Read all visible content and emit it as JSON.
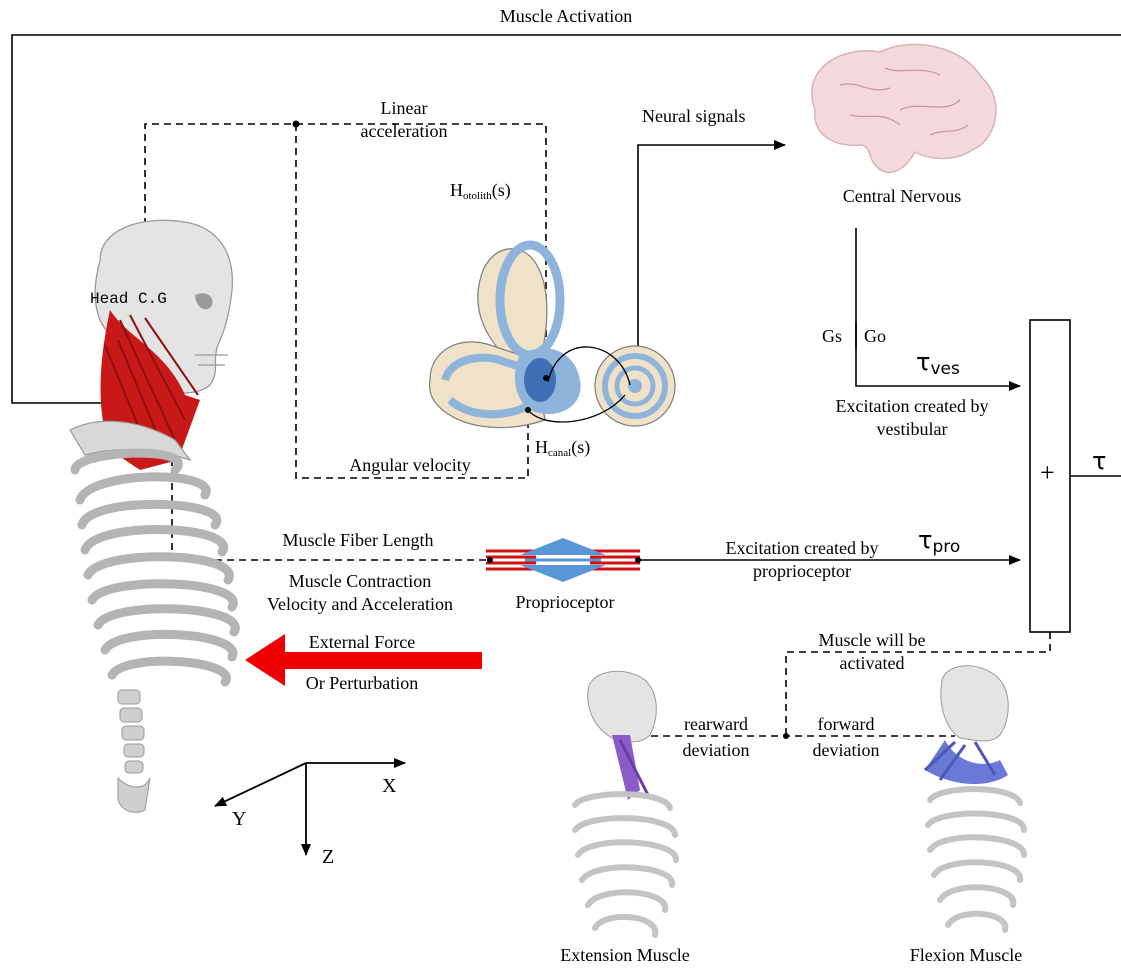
{
  "labels": {
    "muscle_activation": "Muscle Activation",
    "linear_acceleration_1": "Linear",
    "linear_acceleration_2": "acceleration",
    "neural_signals": "Neural signals",
    "central_nervous": "Central Nervous",
    "h_otolith_main": "H",
    "h_otolith_sub": "otolith",
    "h_otolith_arg": "(s)",
    "head_cg": "Head C.G",
    "gs": "Gs",
    "go": "Go",
    "tau_ves_symbol": "τ",
    "tau_ves_sub": "ves",
    "excitation_vestibular_1": "Excitation created by",
    "excitation_vestibular_2": "vestibular",
    "h_canal_main": "H",
    "h_canal_sub": "canal",
    "h_canal_arg": "(s)",
    "angular_velocity": "Angular velocity",
    "sum_symbol": "+",
    "tau_out": "τ",
    "muscle_fiber_length": "Muscle Fiber Length",
    "muscle_contraction_1": "Muscle Contraction",
    "muscle_contraction_2": "Velocity and Acceleration",
    "proprioceptor": "Proprioceptor",
    "excitation_proprioceptor_1": "Excitation created by",
    "excitation_proprioceptor_2": "proprioceptor",
    "tau_pro_symbol": "τ",
    "tau_pro_sub": "pro",
    "external_force_1": "External Force",
    "external_force_2": "Or Perturbation",
    "muscle_will_1": "Muscle will be",
    "muscle_will_2": "activated",
    "rearward_1": "rearward",
    "rearward_2": "deviation",
    "forward_1": "forward",
    "forward_2": "deviation",
    "axis_x": "X",
    "axis_y": "Y",
    "axis_z": "Z",
    "extension_muscle": "Extension Muscle",
    "flexion_muscle": "Flexion Muscle"
  },
  "colors": {
    "muscle_red": "#c81818",
    "bone": "#dcdcdc",
    "bone_shadow": "#a8a8a8",
    "brain": "#f3d9dc",
    "ear_tan": "#efe2c8",
    "ear_blue": "#8fb4dc",
    "ear_dark": "#3f6fb5",
    "purple_muscle": "#8b5cc8",
    "blue_muscle": "#6a78d8",
    "force_arrow": "#ee0000"
  }
}
